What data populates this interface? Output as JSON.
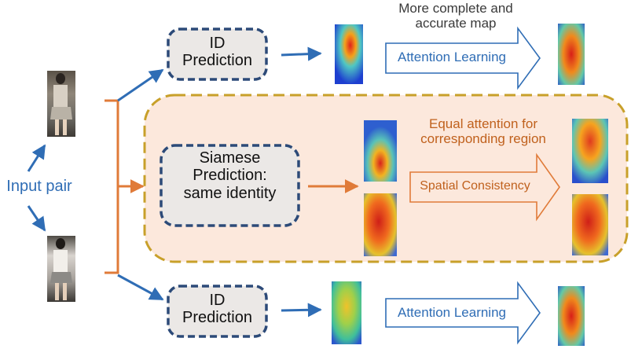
{
  "input_label": "Input pair",
  "top_branch": {
    "box": [
      "ID",
      "Prediction"
    ],
    "caption": [
      "More complete and",
      "accurate map"
    ],
    "arrow_label": "Attention Learning"
  },
  "middle_branch": {
    "box": [
      "Siamese",
      "Prediction:",
      "same identity"
    ],
    "caption": [
      "Equal attention for",
      "corresponding region"
    ],
    "arrow_label": "Spatial Consistency"
  },
  "bottom_branch": {
    "box": [
      "ID",
      "Prediction"
    ],
    "arrow_label": "Attention Learning"
  },
  "colors": {
    "blue": "#2f6db5",
    "orange": "#e07b39",
    "gold_border": "#c8a02a",
    "region_fill": "#fce8dc",
    "box_fill": "#ebe8e6",
    "box_border": "#2c4a78"
  }
}
